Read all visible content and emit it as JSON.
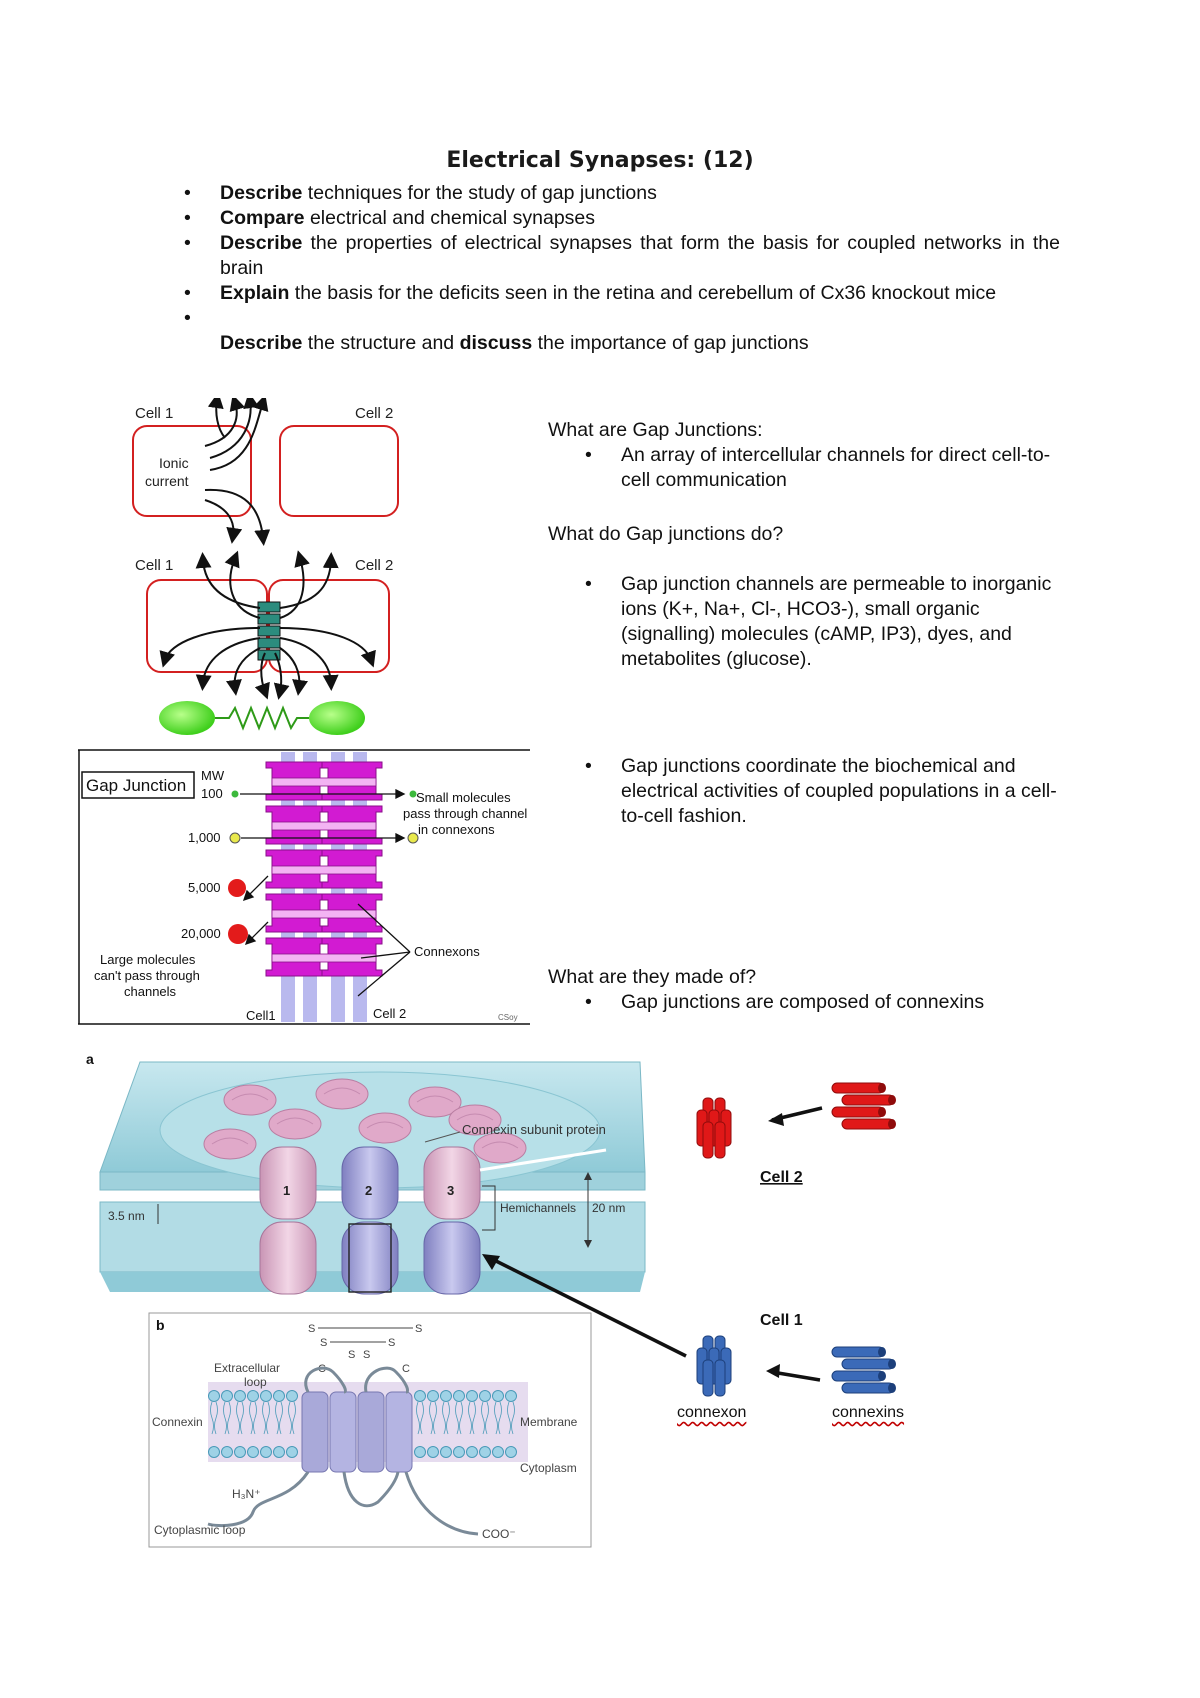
{
  "title": "Electrical Synapses: (12)",
  "objectives": [
    {
      "verb": "Describe",
      "text": " techniques for the study of gap junctions"
    },
    {
      "verb": "Compare",
      "text": " electrical and chemical synapses"
    },
    {
      "verb": "Describe",
      "text": " the properties of electrical synapses that form the basis for coupled networks in the brain"
    },
    {
      "verb": "Explain",
      "text": " the basis for the deficits seen in the retina and cerebellum of Cx36 knockout mice"
    }
  ],
  "last_objective": {
    "verb1": "Describe",
    "mid": " the structure and ",
    "verb2": "discuss",
    "end": " the importance of gap junctions"
  },
  "bullet_char": "•",
  "right_text": {
    "q1": "What are Gap Junctions:",
    "a1": "An array of intercellular channels for direct cell-to-cell communication",
    "q2": "What do Gap junctions do?",
    "a2": "Gap junction channels are permeable to inorganic ions (K+, Na+, Cl-, HCO3-), small organic (signalling) molecules (cAMP, IP3), dyes, and metabolites (glucose).",
    "a3": "Gap junctions coordinate the biochemical and electrical activities of coupled populations in a cell-to-cell fashion.",
    "q3": "What are they made of?",
    "a4": "Gap junctions are composed of connexins"
  },
  "fig_cells": {
    "cell1": "Cell 1",
    "cell2": "Cell 2",
    "ionic": "Ionic",
    "current": "current"
  },
  "fig_gap": {
    "box_title": "Gap Junction",
    "mw": "MW",
    "weights": [
      "100",
      "1,000",
      "5,000",
      "20,000"
    ],
    "small_1": "Small molecules",
    "small_2": "pass through channel",
    "small_3": "in connexons",
    "large_1": "Large molecules",
    "large_2": "can't pass through",
    "large_3": "channels",
    "connexons": "Connexons",
    "cell1": "Cell1",
    "cell2": "Cell 2",
    "credit": "CSoy"
  },
  "fig_a": {
    "panel": "a",
    "subunit": "Connexin subunit protein",
    "nums": [
      "1",
      "2",
      "3"
    ],
    "gap": "3.5 nm",
    "hemi": "Hemichannels",
    "height": "20 nm"
  },
  "fig_b": {
    "panel": "b",
    "s": "S",
    "c": "C",
    "extra1": "Extracellular",
    "extra2": "loop",
    "connexin": "Connexin",
    "membrane": "Membrane",
    "cytoplasm": "Cytoplasm",
    "h3n": "H₃N⁺",
    "cyto_loop": "Cytoplasmic loop",
    "coo": "COO⁻"
  },
  "right_fig": {
    "cell2": "Cell 2",
    "cell1": "Cell 1",
    "connexon": "connexon",
    "connexins": "connexins"
  },
  "colors": {
    "cell_red": "#d32020",
    "magenta": "#d21bd2",
    "connexin_red": "#e01818",
    "connexin_blue": "#3b6ab8",
    "membrane_teal": "#a9d8e2",
    "pink": "#e8b9d0",
    "purple": "#9f9fd4"
  }
}
